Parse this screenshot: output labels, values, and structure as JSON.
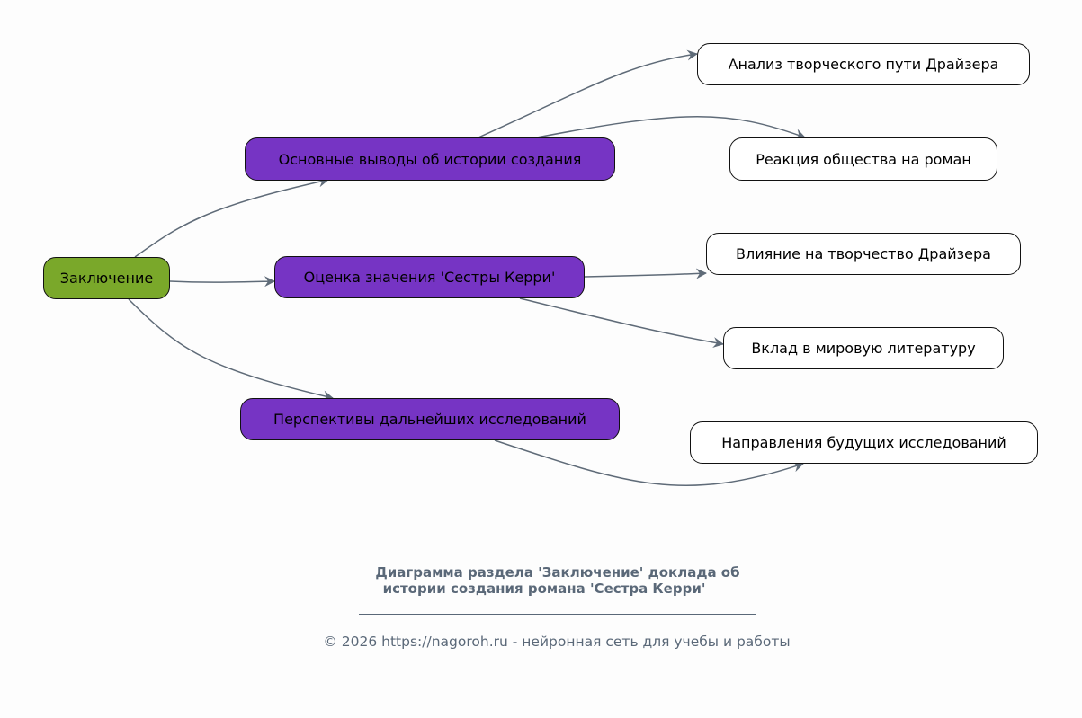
{
  "nodes": {
    "root": "Заключение",
    "conclusions": "Основные выводы об истории создания",
    "evaluation": "Оценка значения 'Сестры Керри'",
    "prospects": "Перспективы дальнейших исследований",
    "analysis": "Анализ творческого пути Драйзера",
    "reaction": "Реакция общества на роман",
    "influence": "Влияние на творчество Драйзера",
    "contribution": "Вклад в мировую литературу",
    "directions": "Направления будущих исследований"
  },
  "caption": {
    "line1": "Диаграмма раздела 'Заключение' доклада об",
    "line2": "истории создания романа 'Сестра Керри'"
  },
  "footer": "© 2026 https://nagoroh.ru - нейронная сеть для учебы и работы",
  "colors": {
    "root": "#7aa82a",
    "mid": "#7634c4",
    "leaf": "#ffffff",
    "edge": "#5f6b78"
  }
}
